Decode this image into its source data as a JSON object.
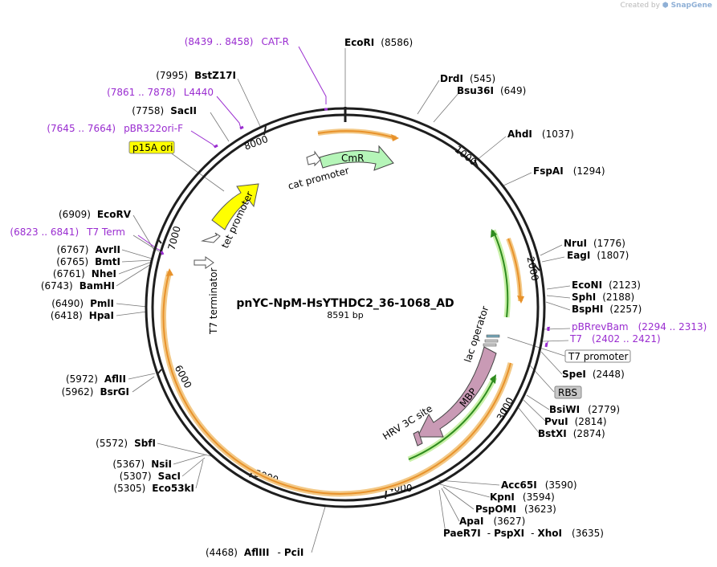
{
  "watermark": {
    "prefix": "Created by",
    "brand": "SnapGene"
  },
  "plasmid": {
    "name": "pnYC-NpM-HsYTHDC2_36-1068_AD",
    "length": "8591 bp"
  },
  "ticks": [
    "1000",
    "2000",
    "3000",
    "4000",
    "5000",
    "6000",
    "7000",
    "8000"
  ],
  "features": {
    "cmr": "CmR",
    "cat_promoter": "cat promoter",
    "tet_promoter": "tet promoter",
    "t7_terminator": "T7 terminator",
    "lac_operator": "lac operator",
    "mbp": "MBP",
    "hrv": "HRV 3C site"
  },
  "boxed": {
    "p15a": "p15A ori",
    "t7prom": "T7 promoter",
    "rbs": "RBS"
  },
  "sites": [
    {
      "name": "EcoRI",
      "pos": "(8586)"
    },
    {
      "name": "DrdI",
      "pos": "(545)"
    },
    {
      "name": "Bsu36I",
      "pos": "(649)"
    },
    {
      "name": "AhdI",
      "pos": "(1037)"
    },
    {
      "name": "FspAI",
      "pos": "(1294)"
    },
    {
      "name": "NruI",
      "pos": "(1776)"
    },
    {
      "name": "EagI",
      "pos": "(1807)"
    },
    {
      "name": "EcoNI",
      "pos": "(2123)"
    },
    {
      "name": "SphI",
      "pos": "(2188)"
    },
    {
      "name": "BspHI",
      "pos": "(2257)"
    },
    {
      "name": "SpeI",
      "pos": "(2448)"
    },
    {
      "name": "BsiWI",
      "pos": "(2779)"
    },
    {
      "name": "PvuI",
      "pos": "(2814)"
    },
    {
      "name": "BstXI",
      "pos": "(2874)"
    },
    {
      "name": "Acc65I",
      "pos": "(3590)"
    },
    {
      "name": "KpnI",
      "pos": "(3594)"
    },
    {
      "name": "PspOMI",
      "pos": "(3623)"
    },
    {
      "name": "ApaI",
      "pos": "(3627)"
    },
    {
      "name": "PaeR7I",
      "pos": "(3635)"
    },
    {
      "name": "AflIII",
      "pos": "(4468)"
    },
    {
      "name": "SbfI",
      "pos": "(5572)"
    },
    {
      "name": "NsiI",
      "pos": "(5367)"
    },
    {
      "name": "SacI",
      "pos": "(5307)"
    },
    {
      "name": "Eco53kI",
      "pos": "(5305)"
    },
    {
      "name": "AflII",
      "pos": "(5972)"
    },
    {
      "name": "BsrGI",
      "pos": "(5962)"
    },
    {
      "name": "PmlI",
      "pos": "(6490)"
    },
    {
      "name": "HpaI",
      "pos": "(6418)"
    },
    {
      "name": "EcoRV",
      "pos": "(6909)"
    },
    {
      "name": "AvrII",
      "pos": "(6767)"
    },
    {
      "name": "BmtI",
      "pos": "(6765)"
    },
    {
      "name": "NheI",
      "pos": "(6761)"
    },
    {
      "name": "BamHI",
      "pos": "(6743)"
    },
    {
      "name": "BstZ17I",
      "pos": "(7995)"
    },
    {
      "name": "SacII",
      "pos": "(7758)"
    }
  ],
  "site_extra": {
    "pspxi": "PspXI",
    "xhoi": "XhoI",
    "pcii": "PciI",
    "dash": "-"
  },
  "primers": [
    {
      "name": "CAT-R",
      "range": "(8439 .. 8458)"
    },
    {
      "name": "L4440",
      "range": "(7861 .. 7878)"
    },
    {
      "name": "pBR322ori-F",
      "range": "(7645 .. 7664)"
    },
    {
      "name": "T7 Term",
      "range": "(6823 .. 6841)"
    },
    {
      "name": "pBRrevBam",
      "range": "(2294 .. 2313)"
    },
    {
      "name": "T7",
      "range": "(2402 .. 2421)"
    }
  ],
  "colors": {
    "cmr": "#b5f5b8",
    "tet": "#ffff00",
    "mbp": "#c99ab5",
    "orange": "#e8922b",
    "green_arc": "#2e8b1e",
    "primer": "#9a2dd0",
    "p15a_box": "#ffff00",
    "rbs_box": "#c8c8c8"
  }
}
